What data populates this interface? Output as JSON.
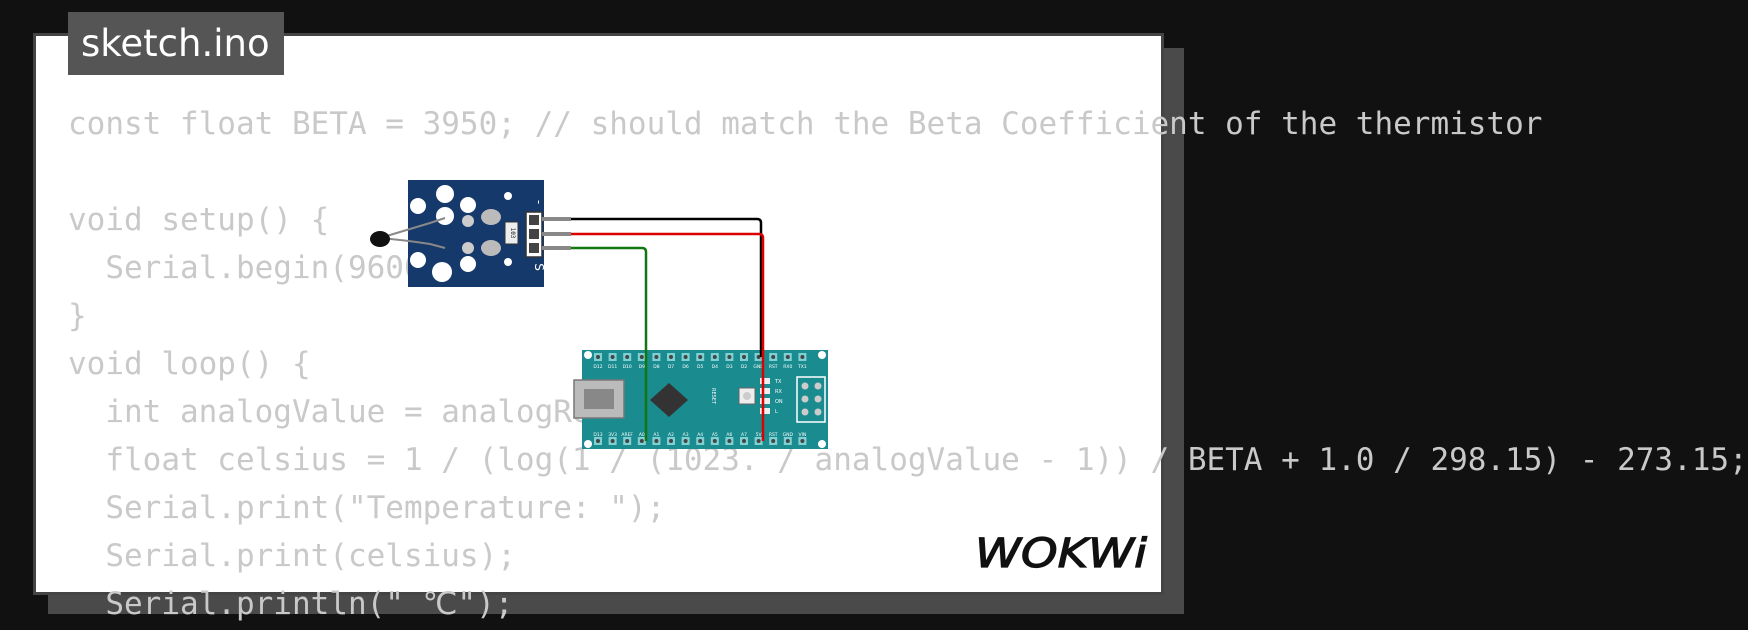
{
  "tab": {
    "filename": "sketch.ino"
  },
  "code_lines": [
    "const float BETA = 3950; // should match the Beta Coefficient of the thermistor",
    "",
    "void setup() {",
    "  Serial.begin(9600);",
    "}",
    "void loop() {",
    "  int analogValue = analogRead(A0);",
    "  float celsius = 1 / (log(1 / (1023. / analogValue - 1)) / BETA + 1.0 / 298.15) - 273.15;",
    "  Serial.print(\"Temperature: \");",
    "  Serial.print(celsius);",
    "  Serial.println(\" ℃\");"
  ],
  "logo": {
    "text": "WOKWi"
  },
  "sensor_module": {
    "pin_labels": [
      "-",
      "S"
    ],
    "resistor_label": "103"
  },
  "arduino_nano": {
    "top_pin_labels": [
      "D12",
      "D11",
      "D10",
      "D9",
      "D8",
      "D7",
      "D6",
      "D5",
      "D4",
      "D3",
      "D2",
      "GND",
      "RST",
      "RX0",
      "TX1"
    ],
    "bottom_pin_labels": [
      "D13",
      "3V3",
      "AREF",
      "A0",
      "A1",
      "A2",
      "A3",
      "A4",
      "A5",
      "A6",
      "A7",
      "5V",
      "RST",
      "GND",
      "VIN"
    ],
    "led_labels": [
      "TX",
      "RX",
      "ON",
      "L"
    ],
    "reset_label": "RESET"
  },
  "colors": {
    "page_background": "#111111",
    "card": "#ffffff",
    "code_text": "#c9c9c9",
    "tab_background": "#555555",
    "sensor_board": "#15396b",
    "arduino_board": "#1a8b8f",
    "wire_black": "#000000",
    "wire_red": "#dd0000",
    "wire_green": "#117711"
  }
}
